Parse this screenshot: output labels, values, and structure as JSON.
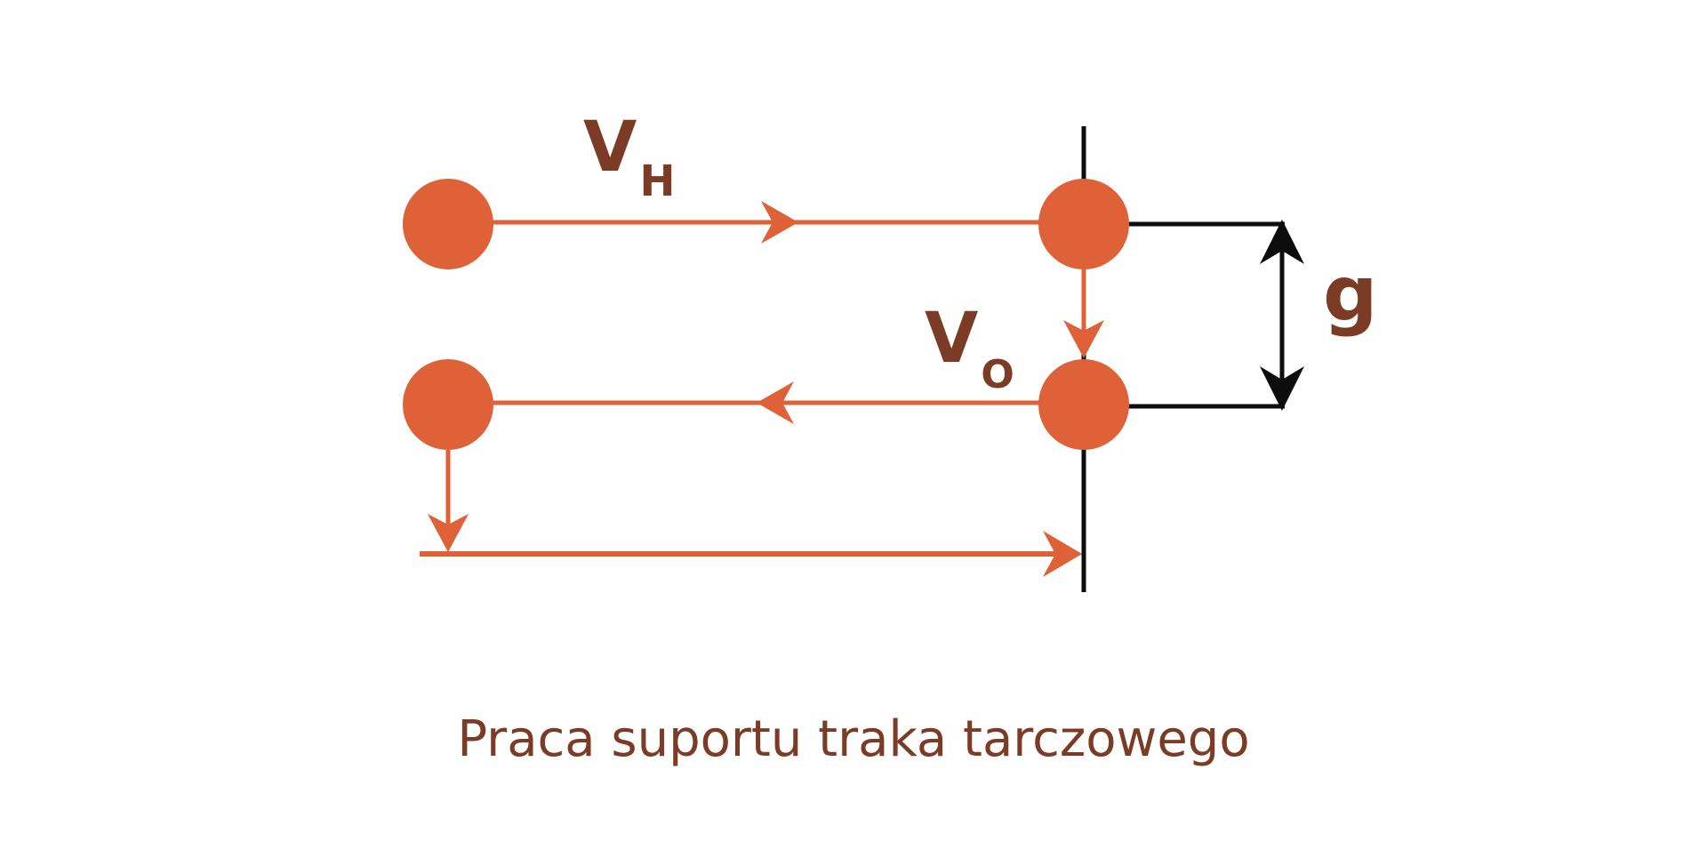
{
  "colors": {
    "accent_orange": "#DE6138",
    "line_black": "#0D0D0D",
    "text_brown": "#7B3B24",
    "background": "#FFFFFF"
  },
  "labels": {
    "feed_speed": {
      "base": "V",
      "sub": "H"
    },
    "return_speed": {
      "base": "V",
      "sub": "O"
    },
    "gap": "g"
  },
  "caption": "Praca suportu traka tarczowego"
}
